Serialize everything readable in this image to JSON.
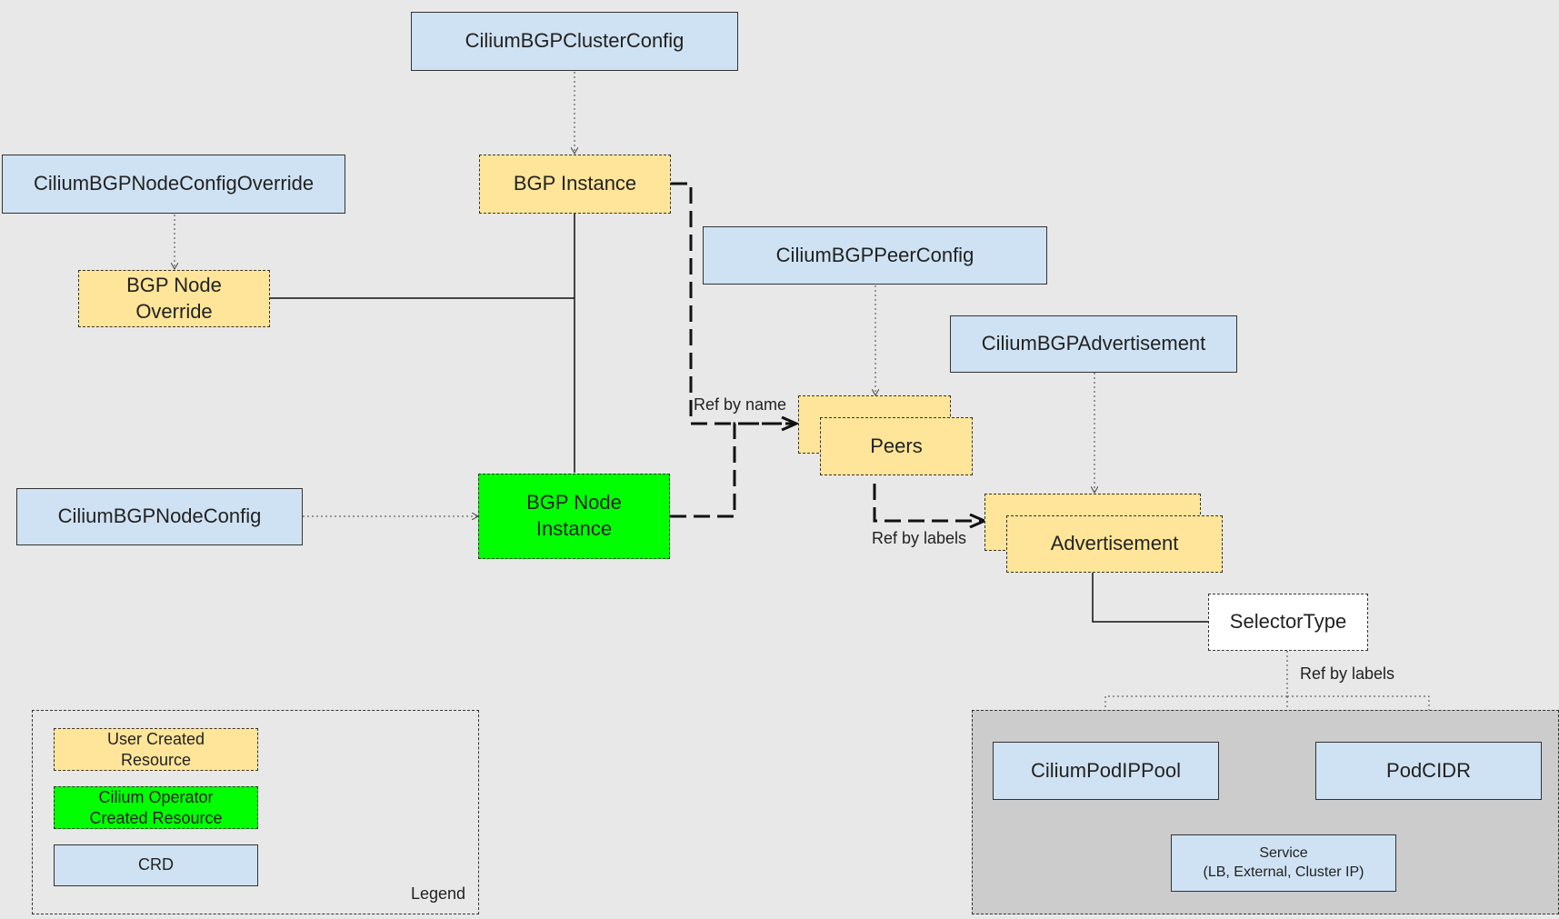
{
  "nodes": {
    "cluster_config": "CiliumBGPClusterConfig",
    "bgp_instance": "BGP Instance",
    "node_config_override": "CiliumBGPNodeConfigOverride",
    "node_override": "BGP Node Override",
    "peer_config": "CiliumBGPPeerConfig",
    "advertisement_crd": "CiliumBGPAdvertisement",
    "peers": "Peers",
    "node_config": "CiliumBGPNodeConfig",
    "node_instance": "BGP Node Instance",
    "advertisement": "Advertisement",
    "selector_type": "SelectorType",
    "pod_ip_pool": "CiliumPodIPPool",
    "pod_cidr": "PodCIDR",
    "service_line1": "Service",
    "service_line2": "(LB, External, Cluster IP)"
  },
  "edge_labels": {
    "ref_by_name": "Ref by name",
    "ref_by_labels_1": "Ref by labels",
    "ref_by_labels_2": "Ref by labels"
  },
  "legend": {
    "title": "Legend",
    "user_created": "User Created Resource",
    "operator_created": "Cilium Operator Created Resource",
    "crd": "CRD"
  },
  "colors": {
    "background": "#e8e8e8",
    "crd": "#cfe2f3",
    "user_created": "#ffe599",
    "operator_created": "#00ff00",
    "selector": "#ffffff",
    "selector_group": "#cccccc"
  }
}
